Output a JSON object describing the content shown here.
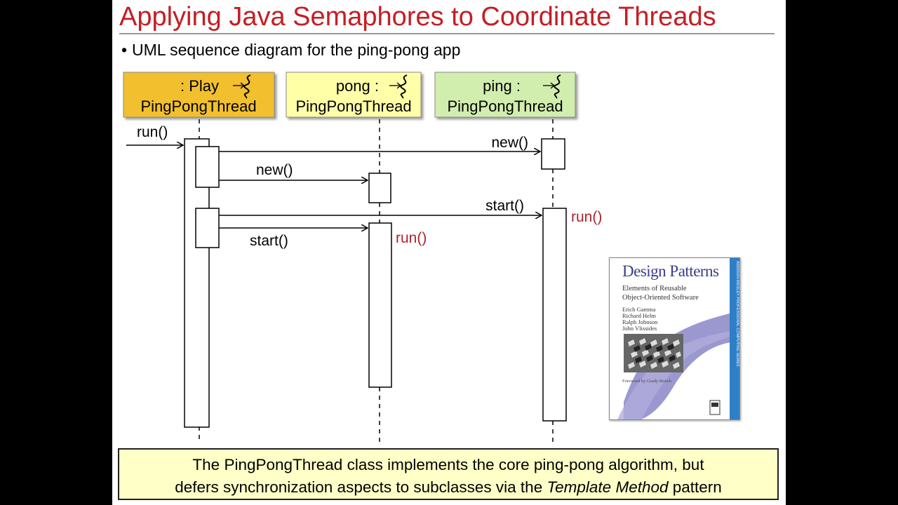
{
  "title": "Applying Java Semaphores to Coordinate Threads",
  "bullet": "UML sequence diagram for the ping-pong app",
  "colors": {
    "title": "#c41e24",
    "run_label": "#b0222a",
    "lifeline_play": "#f2c02e",
    "lifeline_pong": "#ffffa8",
    "lifeline_ping": "#d2eeae",
    "note_bg": "#ffffc8",
    "book_spine": "#2f7fc8"
  },
  "lifelines": [
    {
      "line1": ": Play",
      "line2": "PingPongThread",
      "icon": "thread-icon"
    },
    {
      "line1": "pong :",
      "line2": "PingPongThread",
      "icon": "thread-icon"
    },
    {
      "line1": "ping :",
      "line2": "PingPongThread",
      "icon": "thread-icon"
    }
  ],
  "messages": {
    "run_in": "run()",
    "new_ping": "new()",
    "new_pong": "new()",
    "start_ping": "start()",
    "start_pong": "start()",
    "run_ping": "run()",
    "run_pong": "run()"
  },
  "note": {
    "line1": "The PingPongThread class implements the core ping-pong algorithm, but",
    "line2_a": "defers synchronization aspects to subclasses via the ",
    "line2_em": "Template Method",
    "line2_b": " pattern"
  },
  "book": {
    "title": "Design Patterns",
    "subtitle1": "Elements of Reusable",
    "subtitle2": "Object-Oriented Software",
    "authors": [
      "Erich Gamma",
      "Richard Helm",
      "Ralph Johnson",
      "John Vlissides"
    ],
    "foreword": "Foreword by Grady Booch",
    "series": "ADDISON-WESLEY PROFESSIONAL COMPUTING SERIES"
  }
}
